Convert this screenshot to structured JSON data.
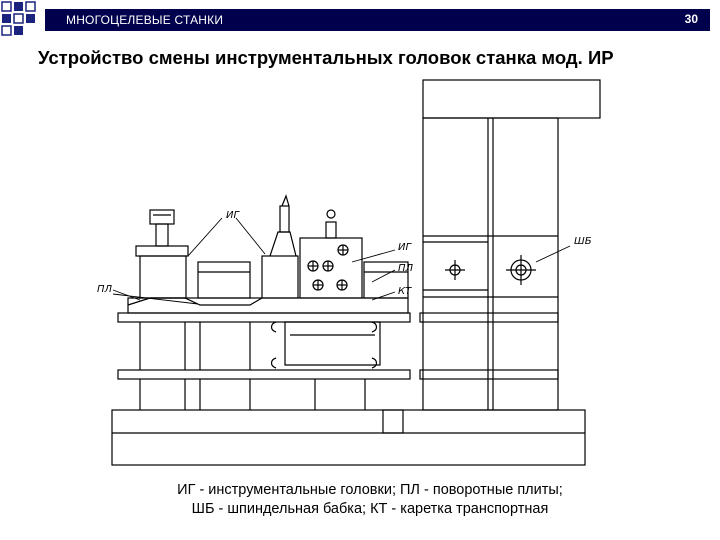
{
  "header": {
    "title": "МНОГОЦЕЛЕВЫЕ СТАНКИ",
    "page_number": "30"
  },
  "slide": {
    "title": "Устройство смены инструментальных головок станка мод. ИР"
  },
  "diagram": {
    "labels": {
      "ig_left": "ИГ",
      "ig_right": "ИГ",
      "pl_left": "ПЛ",
      "pl_right": "ПЛ",
      "kt": "КТ",
      "shb": "ШБ"
    }
  },
  "caption": {
    "line1": "ИГ - инструментальные головки; ПЛ - поворотные плиты;",
    "line2": "ШБ - шпиндельная бабка; КТ - каретка транспортная"
  },
  "colors": {
    "header_bg": "#00004d",
    "header_text": "#ffffff",
    "accent_squares": "#1a237e"
  }
}
